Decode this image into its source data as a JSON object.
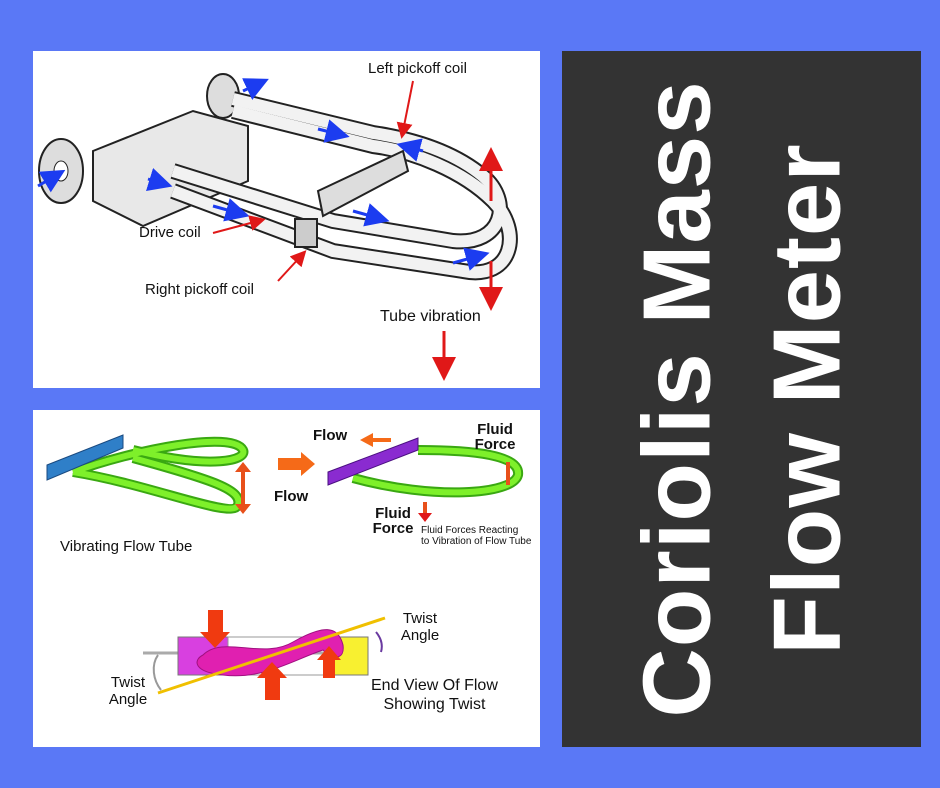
{
  "title": {
    "line1": "Coriolis Mass",
    "line2": "Flow Meter"
  },
  "top_diagram": {
    "labels": {
      "left_pickoff": "Left pickoff coil",
      "drive_coil": "Drive coil",
      "right_pickoff": "Right pickoff coil",
      "tube_vibration": "Tube vibration"
    }
  },
  "bottom_diagram": {
    "labels": {
      "vibrating_tube": "Vibrating Flow Tube",
      "flow_mid": "Flow",
      "flow_top": "Flow",
      "fluid_force_top": "Fluid Force",
      "fluid_force_bottom": "Fluid Force",
      "reacting_line1": "Fluid Forces Reacting",
      "reacting_line2": "to Vibration of Flow Tube",
      "twist_angle_right": "Twist Angle",
      "twist_angle_left": "Twist Angle",
      "end_view_line1": "End View Of Flow",
      "end_view_line2": "Showing Twist"
    }
  },
  "colors": {
    "background": "#5a78f6",
    "panel": "#333333",
    "arrow_red": "#e01818",
    "arrow_blue": "#1c3cf0",
    "tube_green": "#6ee81e",
    "tube_magenta": "#e020b0"
  }
}
